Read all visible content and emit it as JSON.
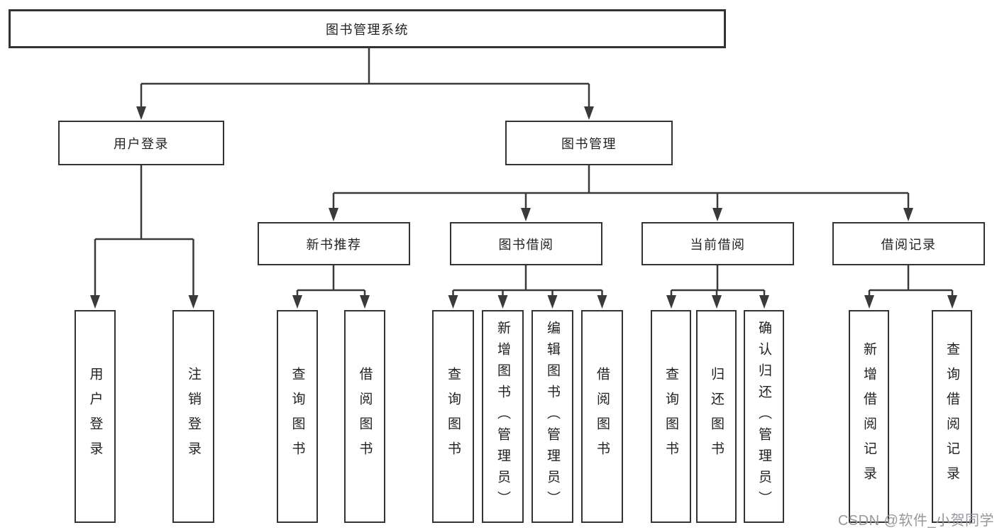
{
  "diagram": {
    "root": {
      "label": "图书管理系统"
    },
    "branches": [
      {
        "label": "用户登录",
        "children": [
          {
            "label": "用户登录"
          },
          {
            "label": "注销登录"
          }
        ]
      },
      {
        "label": "图书管理",
        "children": [
          {
            "label": "新书推荐",
            "children": [
              {
                "label": "查询图书"
              },
              {
                "label": "借阅图书"
              }
            ]
          },
          {
            "label": "图书借阅",
            "children": [
              {
                "label": "查询图书"
              },
              {
                "label": "新增图书（管理员）"
              },
              {
                "label": "编辑图书（管理员）"
              },
              {
                "label": "借阅图书"
              }
            ]
          },
          {
            "label": "当前借阅",
            "children": [
              {
                "label": "查询图书"
              },
              {
                "label": "归还图书"
              },
              {
                "label": "确认归还（管理员）"
              }
            ]
          },
          {
            "label": "借阅记录",
            "children": [
              {
                "label": "新增借阅记录"
              },
              {
                "label": "查询借阅记录"
              }
            ]
          }
        ]
      }
    ]
  },
  "watermark": {
    "text": "CSDN @软件_小贺同学"
  },
  "colors": {
    "line": "#3a3a3a",
    "box_border": "#333333",
    "text": "#222222",
    "watermark": "#97979d",
    "background": "#ffffff"
  }
}
